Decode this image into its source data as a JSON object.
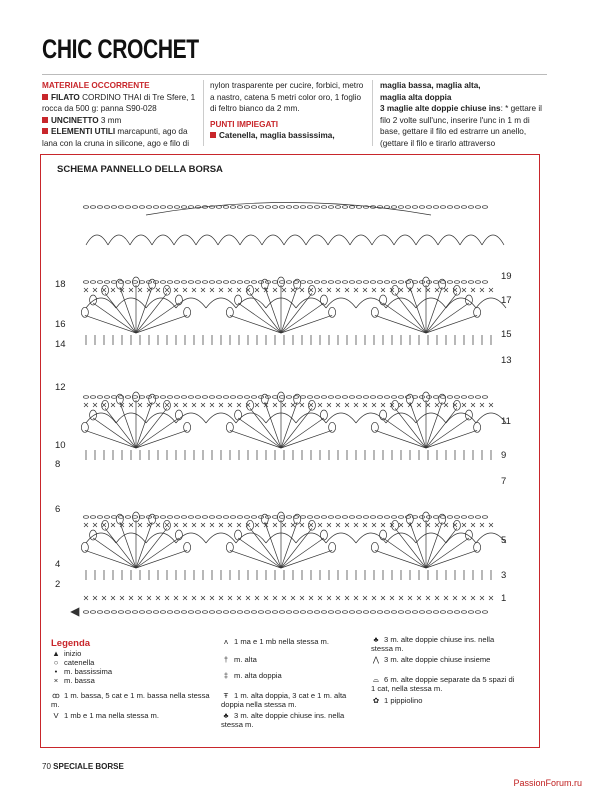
{
  "header": {
    "title": "CHIC CROCHET"
  },
  "col1": {
    "materials_title": "MATERIALE OCCORRENTE",
    "filato_label": "FILATO",
    "filato_text": "CORDINO THAI di Tre Sfere, 1 rocca da 500 g: panna S90-028",
    "uncinetto_label": "UNCINETTO",
    "uncinetto_text": "3 mm",
    "elementi_label": "ELEMENTI UTILI",
    "elementi_text": "marcapunti, ago da lana con la cruna in silicone, ago e filo di"
  },
  "col2": {
    "text": "nylon trasparente per cucire, forbici, metro a nastro, catena 5 metri color oro, 1 foglio di feltro bianco da 2 mm.",
    "punti_title": "PUNTI IMPIEGATI",
    "punti_text": "Catenella, maglia bassissima,"
  },
  "col3": {
    "line1": "maglia bassa, maglia alta,",
    "line2": "maglia alta doppia",
    "bold_part": "3 maglie alte doppie chiuse ins",
    "rest": ": * gettare il filo 2 volte sull'unc, inserire l'unc in 1 m di base, gettare il filo ed estrarre un anello, (gettare il filo e tirarlo attraverso"
  },
  "panel": {
    "title": "SCHEMA PANNELLO DELLA BORSA",
    "rows_left": [
      "18",
      "16",
      "14",
      "12",
      "10",
      "8",
      "6",
      "4",
      "2"
    ],
    "rows_right": [
      "19",
      "17",
      "15",
      "13",
      "11",
      "9",
      "7",
      "5",
      "3",
      "1"
    ]
  },
  "legend": {
    "title": "Legenda",
    "items": [
      {
        "icon": "triangle-icon",
        "label": "inizio"
      },
      {
        "icon": "oval-icon",
        "label": "catenella"
      },
      {
        "icon": "dot-icon",
        "label": "m. bassissima"
      },
      {
        "icon": "cross-icon",
        "label": "m. bassa"
      },
      {
        "icon": "picot-icon",
        "label": "1 m. bassa, 5 cat e 1 m. bassa nella stessa m."
      },
      {
        "icon": "v-icon",
        "label": "1 mb e 1 ma nella stessa m."
      },
      {
        "icon": "double-v-icon",
        "label": "1 ma e 1 mb nella stessa m."
      },
      {
        "icon": "t-icon",
        "label": "m. alta"
      },
      {
        "icon": "tt-icon",
        "label": "m. alta doppia"
      },
      {
        "icon": "t-chain-icon",
        "label": "1 m. alta doppia, 3 cat e 1 m. alta doppia nella stessa m."
      },
      {
        "icon": "cluster3-icon",
        "label": "3 m. alte doppie chiuse ins. nella stessa m."
      },
      {
        "icon": "cluster3b-icon",
        "label": "3 m. alte doppie chiuse ins. nella stessa m."
      },
      {
        "icon": "cluster-join-icon",
        "label": "3 m. alte doppie chiuse insieme"
      },
      {
        "icon": "fan-icon",
        "label": "6 m. alte doppie separate da 5 spazi di 1 cat, nella stessa m."
      },
      {
        "icon": "pippiolino-icon",
        "label": "1 pippiolino"
      }
    ]
  },
  "footer": {
    "page": "70",
    "section": "SPECIALE BORSE"
  },
  "watermark": "PassionForum.ru",
  "colors": {
    "accent": "#c8262b"
  }
}
